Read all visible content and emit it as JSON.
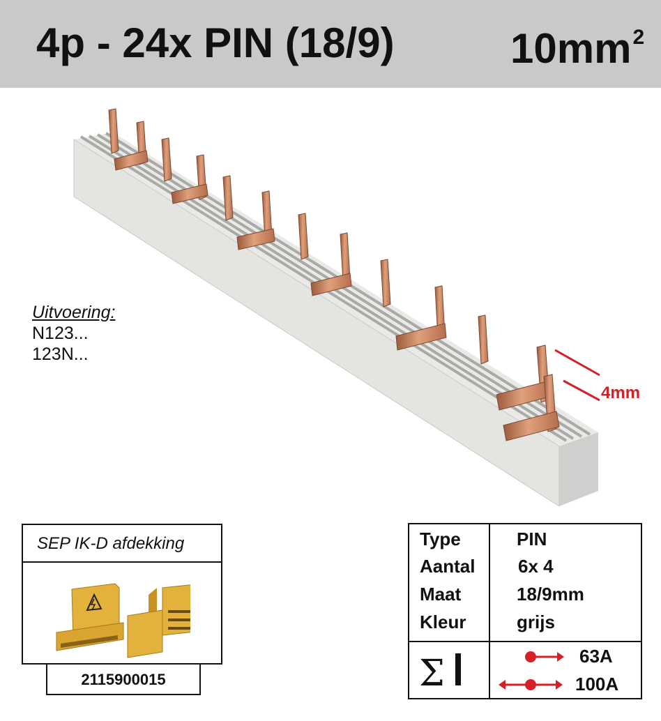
{
  "header": {
    "title": "4p - 24x PIN (18/9)",
    "size_value": "10mm",
    "size_exponent": "2"
  },
  "product": {
    "image": "grey-busbar-with-copper-pins",
    "measure_label": "4mm"
  },
  "uitvoering": {
    "heading": "Uitvoering:",
    "options": [
      "N123...",
      "123N..."
    ]
  },
  "sep": {
    "title": "SEP IK-D afdekking",
    "image": "yellow-end-cap-icon",
    "code": "2115900015"
  },
  "spec": {
    "rows": [
      {
        "label": "Type",
        "value": "PIN"
      },
      {
        "label": "Aantal",
        "value": "6x 4"
      },
      {
        "label": "Maat",
        "value": "18/9mm"
      },
      {
        "label": "Kleur",
        "value": "grijs"
      }
    ],
    "current": {
      "symbol": "Σ",
      "single_feed": "63A",
      "center_feed": "100A"
    }
  },
  "colors": {
    "header_bg": "#c9c9c9",
    "copper": "#c9835e",
    "busbar": "#e2e3e0",
    "accent_red": "#d61f26",
    "cap_yellow": "#e3b23c"
  }
}
